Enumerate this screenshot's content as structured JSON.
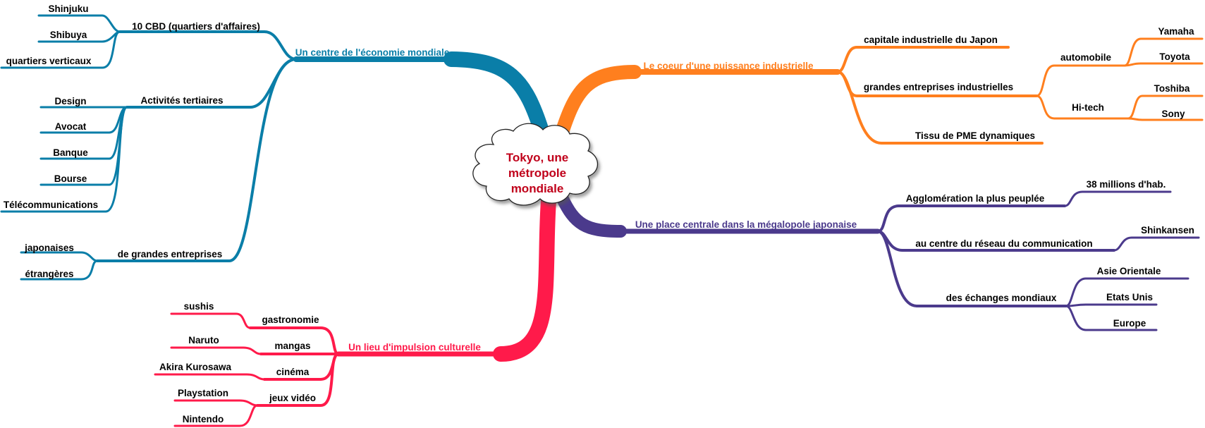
{
  "center": {
    "line1": "Tokyo, une",
    "line2": "métropole",
    "line3": "mondiale"
  },
  "colors": {
    "economie": "#0a7ea8",
    "industrie": "#ff7f1e",
    "megalopole": "#4b3a8c",
    "culture": "#ff1a4a",
    "center_text": "#c0001a",
    "leaf_text": "#000000"
  },
  "branches": {
    "economie": {
      "label": "Un centre de l'économie mondiale",
      "cbd": {
        "label": "10 CBD (quartiers d'affaires)",
        "items": [
          "Shinjuku",
          "Shibuya",
          "quartiers verticaux"
        ]
      },
      "tertiaire": {
        "label": "Activités tertiaires",
        "items": [
          "Design",
          "Avocat",
          "Banque",
          "Bourse",
          "Télécommunications"
        ]
      },
      "entreprises": {
        "label": "de grandes entreprises",
        "items": [
          "japonaises",
          "étrangères"
        ]
      }
    },
    "industrie": {
      "label": "Le coeur d'une puissance industrielle",
      "capitale": "capitale industrielle du Japon",
      "grandes": {
        "label": "grandes entreprises industrielles",
        "automobile": {
          "label": "automobile",
          "items": [
            "Yamaha",
            "Toyota"
          ]
        },
        "hitech": {
          "label": "Hi-tech",
          "items": [
            "Toshiba",
            "Sony"
          ]
        }
      },
      "pme": "Tissu de PME dynamiques"
    },
    "megalopole": {
      "label": "Une place centrale dans la mégalopole japonaise",
      "agglo": {
        "label": "Agglomération la plus peuplée",
        "items": [
          "38 millions d'hab."
        ]
      },
      "reseau": {
        "label": "au centre du réseau du communication",
        "items": [
          "Shinkansen"
        ]
      },
      "echanges": {
        "label": "des échanges mondiaux",
        "items": [
          "Asie Orientale",
          "Etats Unis",
          "Europe"
        ]
      }
    },
    "culture": {
      "label": "Un lieu d'impulsion culturelle",
      "gastronomie": {
        "label": "gastronomie",
        "items": [
          "sushis"
        ]
      },
      "mangas": {
        "label": "mangas",
        "items": [
          "Naruto"
        ]
      },
      "cinema": {
        "label": "cinéma",
        "items": [
          "Akira Kurosawa"
        ]
      },
      "jeux": {
        "label": "jeux vidéo",
        "items": [
          "Playstation",
          "Nintendo"
        ]
      }
    }
  }
}
